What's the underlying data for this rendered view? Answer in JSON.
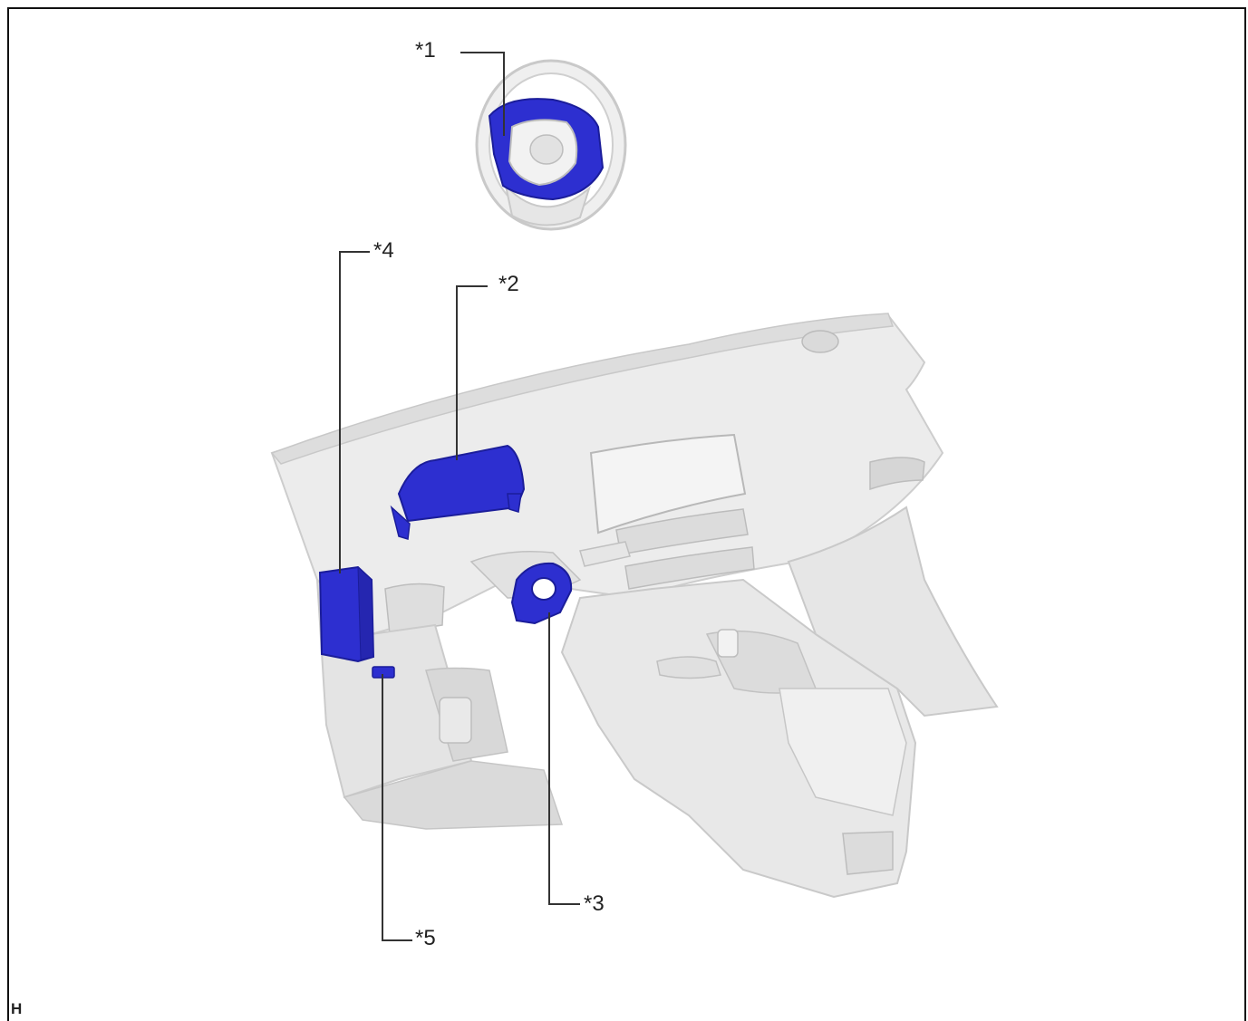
{
  "callouts": [
    {
      "id": "1",
      "text": "*1"
    },
    {
      "id": "2",
      "text": "*2"
    },
    {
      "id": "3",
      "text": "*3"
    },
    {
      "id": "4",
      "text": "*4"
    },
    {
      "id": "5",
      "text": "*5"
    }
  ],
  "figure_code": "H",
  "colors": {
    "highlight": "#2d2fd0",
    "interior": "#e9e9e9",
    "interior_shade": "#d4d4d4",
    "outline": "#c4c4c4",
    "leader": "#333333"
  }
}
